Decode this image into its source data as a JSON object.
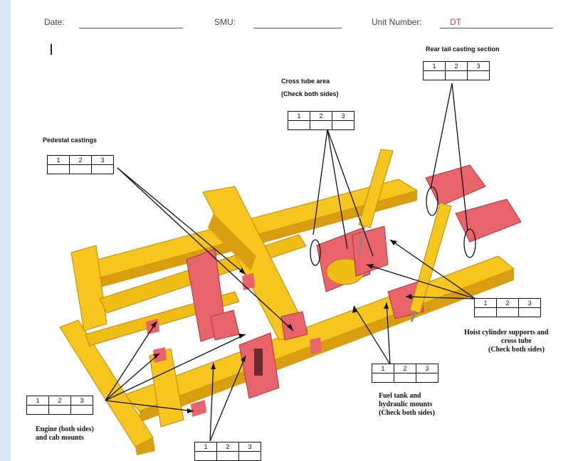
{
  "header": {
    "date_label": "Date:",
    "smu_label": "SMU:",
    "unit_label": "Unit Number:",
    "unit_value": "DT"
  },
  "rating_scale": [
    "1",
    "2",
    "3"
  ],
  "sections": {
    "rear_tail": {
      "label": "Rear tail casting section"
    },
    "cross_tube": {
      "label_line1": "Cross tube area",
      "label_line2": "(Check both sides)"
    },
    "pedestal": {
      "label": "Pedestal castings"
    },
    "hoist": {
      "label_line1": "Hoist cylinder supports and",
      "label_line2": "cross tube",
      "label_line3": "(Check both sides)"
    },
    "fuel": {
      "label_line1": "Fuel tank and",
      "label_line2": "hydraulic mounts",
      "label_line3": "(Check both sides)"
    },
    "engine": {
      "label_line1": "Engine (both sides)",
      "label_line2": "and cab mounts"
    },
    "bottom": {
      "label": ""
    }
  },
  "colors": {
    "frame_yellow": "#f6c61e",
    "frame_yellow_dark": "#d89e10",
    "casting_red": "#e8646a",
    "unit_value": "#e0303a"
  }
}
